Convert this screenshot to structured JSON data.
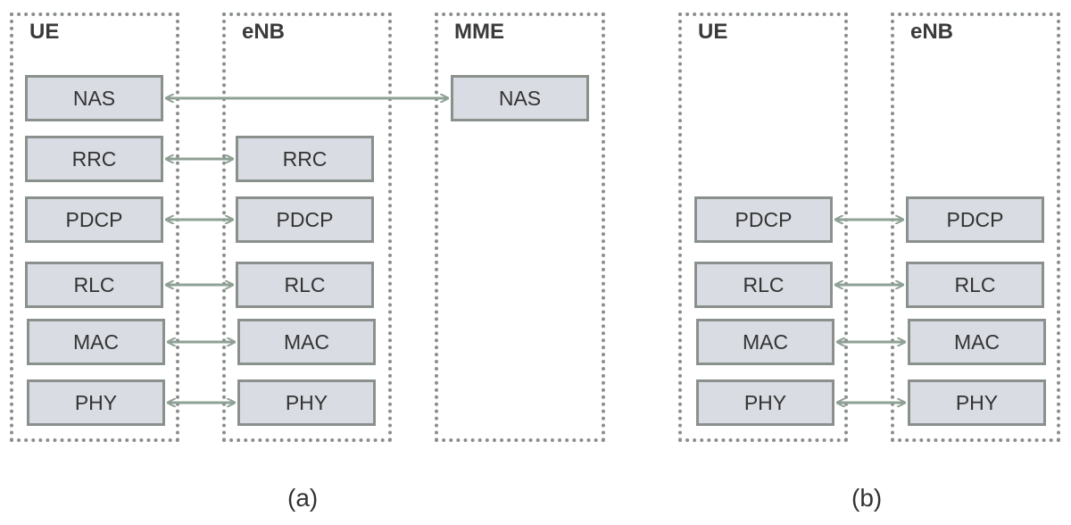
{
  "diagram_a": {
    "caption": "(a)",
    "nodes": {
      "ue": {
        "title": "UE"
      },
      "enb": {
        "title": "eNB"
      },
      "mme": {
        "title": "MME"
      }
    },
    "layers": {
      "ue_nas": "NAS",
      "ue_rrc": "RRC",
      "ue_pdcp": "PDCP",
      "ue_rlc": "RLC",
      "ue_mac": "MAC",
      "ue_phy": "PHY",
      "enb_rrc": "RRC",
      "enb_pdcp": "PDCP",
      "enb_rlc": "RLC",
      "enb_mac": "MAC",
      "enb_phy": "PHY",
      "mme_nas": "NAS"
    }
  },
  "diagram_b": {
    "caption": "(b)",
    "nodes": {
      "ue": {
        "title": "UE"
      },
      "enb": {
        "title": "eNB"
      }
    },
    "layers": {
      "ue_pdcp": "PDCP",
      "ue_rlc": "RLC",
      "ue_mac": "MAC",
      "ue_phy": "PHY",
      "enb_pdcp": "PDCP",
      "enb_rlc": "RLC",
      "enb_mac": "MAC",
      "enb_phy": "PHY"
    }
  },
  "colors": {
    "box_fill": "#d9dce3",
    "box_border": "#8a918d",
    "arrow": "#8fa095",
    "node_border": "#8a8f8d"
  }
}
